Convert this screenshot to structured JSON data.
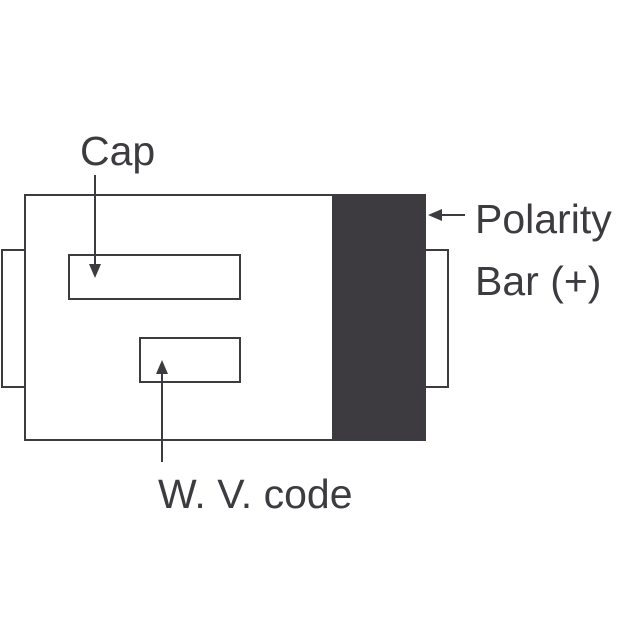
{
  "labels": {
    "cap": "Cap",
    "polarity_line1": "Polarity",
    "polarity_line2": "Bar (+)",
    "wv_code": "W. V. code"
  },
  "colors": {
    "line": "#3d3b40",
    "polarity_bar": "#3d3b40",
    "background": "#ffffff"
  }
}
